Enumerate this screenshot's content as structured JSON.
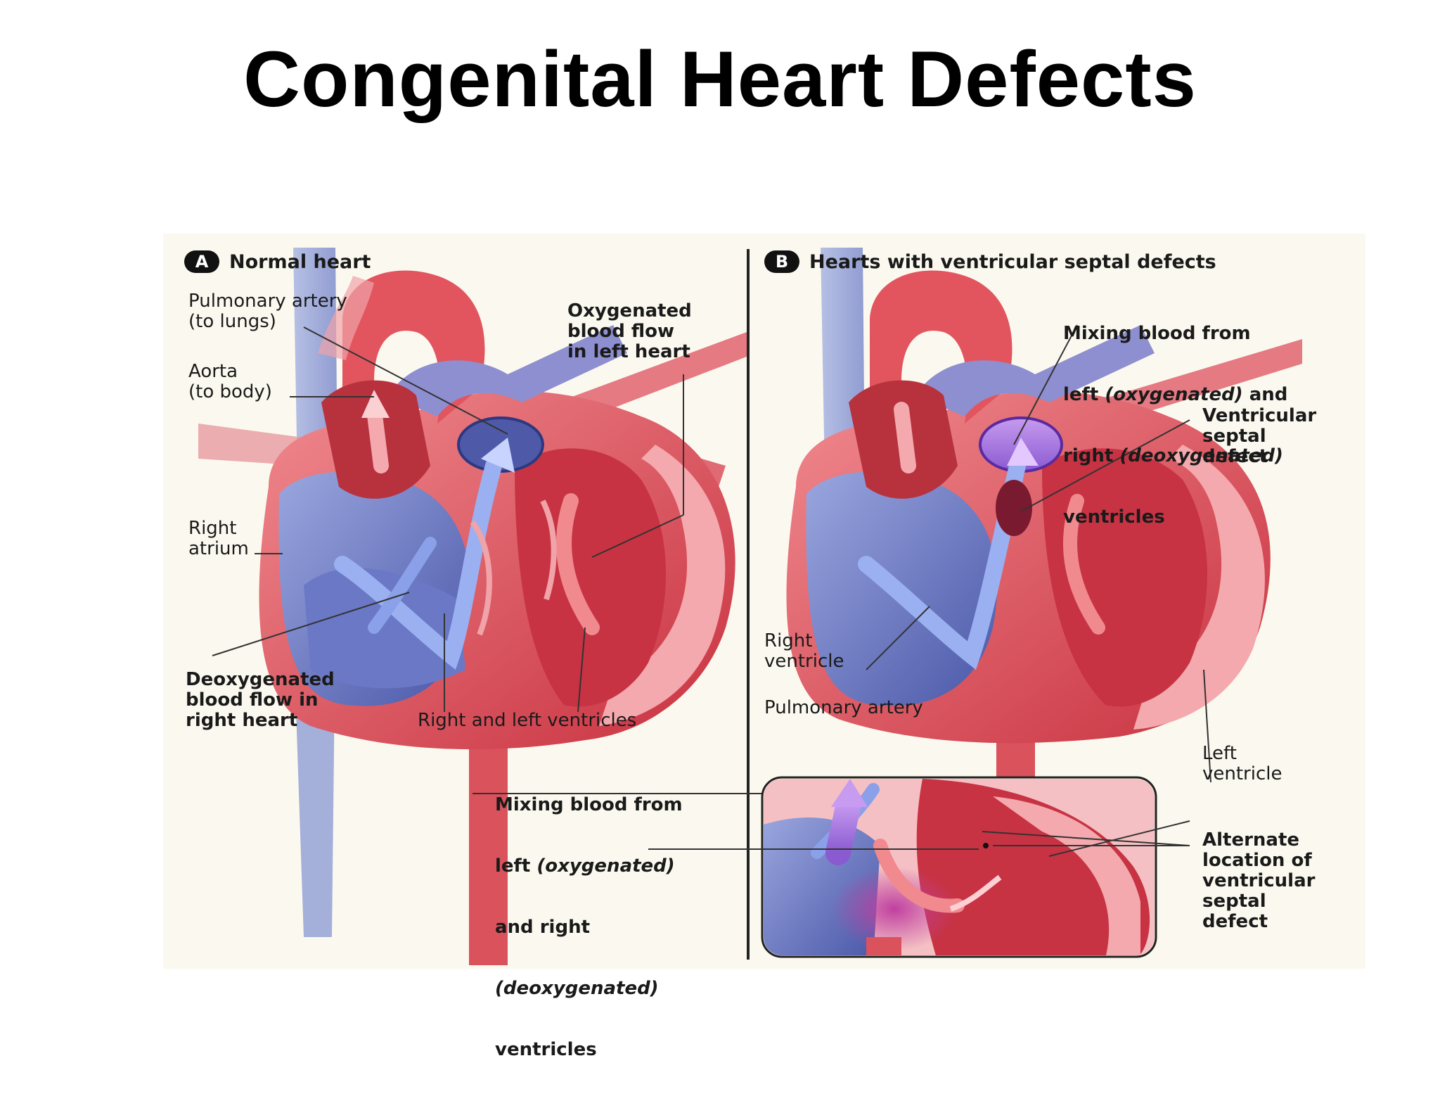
{
  "title": "Congenital Heart Defects",
  "panel_a": {
    "badge": "A",
    "heading": "Normal heart",
    "labels": {
      "pulmonary_artery": "Pulmonary artery\n(to lungs)",
      "aorta": "Aorta\n(to body)",
      "oxygenated_flow": "Oxygenated\nblood flow\nin left heart",
      "right_atrium": "Right\natrium",
      "deoxygenated_flow": "Deoxygenated\nblood flow in\nright heart",
      "ventricles": "Right and left ventricles"
    }
  },
  "panel_b": {
    "badge": "B",
    "heading": "Hearts with ventricular septal defects",
    "labels": {
      "mixing_top_1": "Mixing blood from",
      "mixing_top_2a": "left ",
      "mixing_top_2b": "(oxygenated)",
      "mixing_top_2c": " and",
      "mixing_top_3a": "right ",
      "mixing_top_3b": "(deoxygenated)",
      "mixing_top_4": "ventricles",
      "vsd": "Ventricular\nseptal\ndefect",
      "right_ventricle": "Right\nventricle",
      "pulmonary_artery": "Pulmonary artery",
      "left_ventricle": "Left\nventricle",
      "alternate": "Alternate\nlocation of\nventricular\nseptal\ndefect"
    }
  },
  "mixing_bottom": {
    "line1": "Mixing blood from",
    "line2a": "left ",
    "line2b": "(oxygenated)",
    "line3": "and right",
    "line4": "(deoxygenated)",
    "line5": "ventricles"
  },
  "colors": {
    "oxygenated": "#d9424e",
    "deoxygenated": "#5566b5",
    "mixed": "#a04ad0",
    "background": "#fbf9ef"
  }
}
